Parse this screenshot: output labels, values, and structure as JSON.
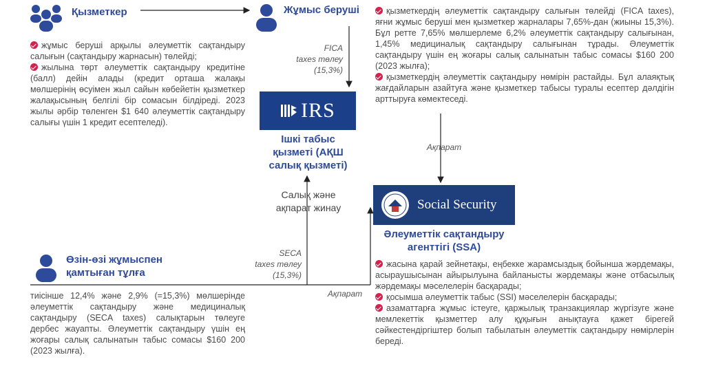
{
  "employee": {
    "title": "Қызметкер",
    "bullets": [
      "жұмыс беруші арқылы әлеуметтік сақтандыру салығын (сақтандыру жарнасын) төлейді;",
      "жылына төрт әлеуметтік сақтандыру кредитіне (балл) дейін алады (кредит орташа жалақы мөлшерінің өсуімен жыл сайын көбейетін қызметкер жалақысының белгілі бір сомасын білдіреді. 2023 жылы әрбір төленген $1 640 әлеуметтік сақтандыру салығы үшін 1 кредит есептеледі)."
    ]
  },
  "employer": {
    "title": "Жұмыс беруші",
    "bullets": [
      "қызметкердің әлеуметтік сақтандыру салығын төлейді (FICA taxes), яғни жұмыс беруші мен қызметкер жарналары 7,65%-дан (жиыны 15,3%). Бұл ретте 7,65% мөлшерлеме 6,2% әлеуметтік сақтандыру салығынан, 1,45% медициналық сақтандыру салығынан тұрады. Әлеуметтік сақтандыру үшін ең жоғары салық салынатын табыс сомасы $160 200 (2023 жылға);",
      "қызметкердің әлеуметтік сақтандыру нөмірін растайды. Бұл алаяқтық жағдайларын азайтуға және қызметкер табысы туралы есептер дәлдігін арттыруға көмектеседі."
    ]
  },
  "fica_label": [
    "FICA",
    "taxes төлеу",
    "(15,3%)"
  ],
  "irs": {
    "logo_text": "IRS",
    "title": [
      "Ішкі табыс",
      "қызметі (АҚШ",
      "салық қызметі)"
    ]
  },
  "collect_label": [
    "Салық және",
    "ақпарат жинау"
  ],
  "info_label_right": "Ақпарат",
  "info_label_bottom": "Ақпарат",
  "ssa": {
    "logo_text": "Social Security",
    "title": [
      "Әлеуметтік сақтандыру",
      "агенттігі (SSA)"
    ],
    "bullets": [
      "жасына қарай зейнетақы, еңбекке жарамсыздық бойынша жәрдемақы, асыраушысынан айырылуына байланысты жәрдемақы және отбасылық жәрдемақы мәселелерін басқарады;",
      "қосымша әлеуметтік табыс (SSI) мәселелерін басқарады;",
      "азаматтарға жұмыс істеуге, қаржылық транзакциялар жүргізуге және мемлекеттік қызметтер алу құқығын анықтауға қажет бірегей сәйкестендіргіштер болып табылатын әлеуметтік сақтандыру нөмірлерін береді."
    ]
  },
  "self_employed": {
    "title": [
      "Өзін-өзі жұмыспен",
      "қамтыған тұлға"
    ],
    "text": "тиісінше 12,4% және 2,9% (=15,3%) мөлшерінде әлеуметтік сақтандыру және медициналық сақтандыру (SECA taxes) салықтарын төлеуге дербес жауапты. Әлеуметтік сақтандыру үшін ең жоғары салық салынатын табыс сомасы $160 200 (2023 жылға)."
  },
  "seca_label": [
    "SECA",
    "taxes төлеу",
    "(15,3%)"
  ],
  "colors": {
    "accent_blue": "#2e4a9a",
    "check_red": "#d6204e",
    "logo_navy": "#1c3f8a"
  }
}
